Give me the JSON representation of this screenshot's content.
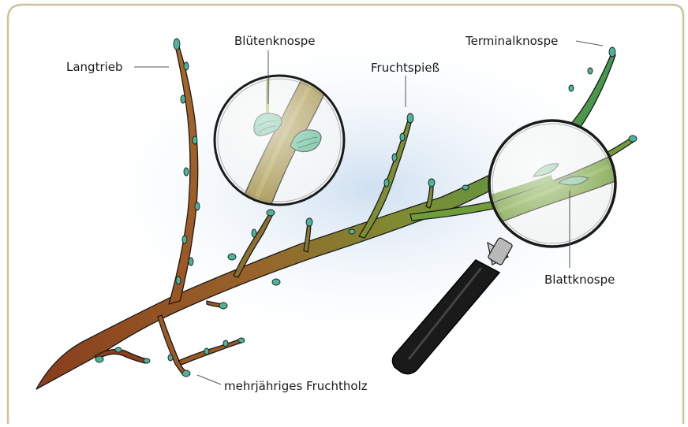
{
  "labels": {
    "langtrieb": "Langtrieb",
    "bluetenknospe": "Blütenknospe",
    "fruchtspiess": "Fruchtspieß",
    "terminalknospe": "Terminalknospe",
    "blattknospe": "Blattknospe",
    "fruchtholz": "mehrjähriges Fruchtholz"
  },
  "colors": {
    "frame": "#c9c49a",
    "branch_base": "#8a3e1c",
    "branch_mid": "#8d7a2a",
    "branch_tip": "#3f9a4f",
    "bud": "#4db39a",
    "leaf_bud": "#6dbf8a",
    "outline": "#1b1b1b",
    "magnifier_handle": "#1a1a1a"
  },
  "icons": {
    "magnifier": "magnifying-glass-icon"
  }
}
